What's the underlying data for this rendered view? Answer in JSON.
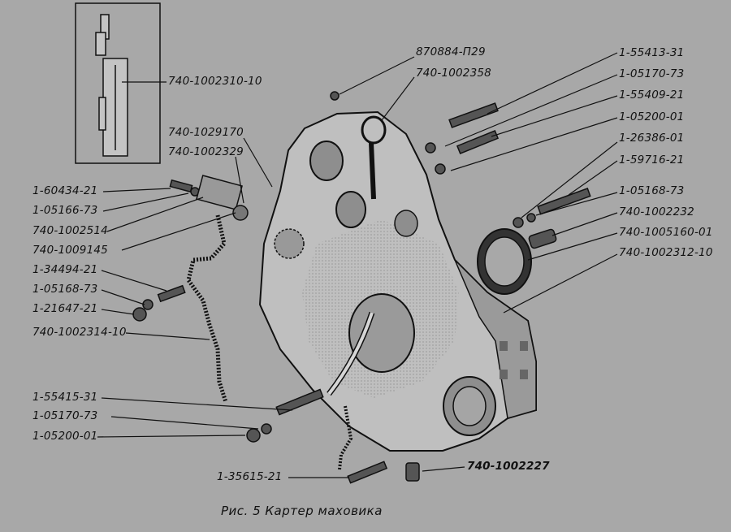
{
  "caption": "Рис. 5 Картер маховика",
  "colors": {
    "background": "#a8a8a8",
    "ink": "#111111",
    "body": "#bfbfbf",
    "shade": "#8e8e8e"
  },
  "labels": {
    "inset_part": "740-1002310-10",
    "plug_top": "870884-П29",
    "eye_bolt": "740-1002358",
    "bolt_a": "1-55413-31",
    "washer_a1": "1-05170-73",
    "bolt_b": "1-55409-21",
    "washer_b1": "1-05200-01",
    "nut_c": "1-26386-01",
    "bolt_c": "1-59716-21",
    "washer_c": "1-05168-73",
    "bushing": "740-1002232",
    "seal": "740-1005160-01",
    "housing": "740-1002312-10",
    "sensor": "740-1029170",
    "sleeve": "740-1002329",
    "bolt_left": "1-60434-21",
    "washer_left": "1-05166-73",
    "cover_plate": "740-1002514",
    "cover_gasket": "740-1009145",
    "stud_left": "1-34494-21",
    "washer_left2": "1-05168-73",
    "nut_left": "1-21647-21",
    "gasket_left": "740-1002314-10",
    "bolt_bottom": "1-55415-31",
    "washer_bottom1": "1-05170-73",
    "washer_bottom2": "1-05200-01",
    "stud_bottom": "1-35615-21",
    "plug_bottom": "740-1002227"
  }
}
